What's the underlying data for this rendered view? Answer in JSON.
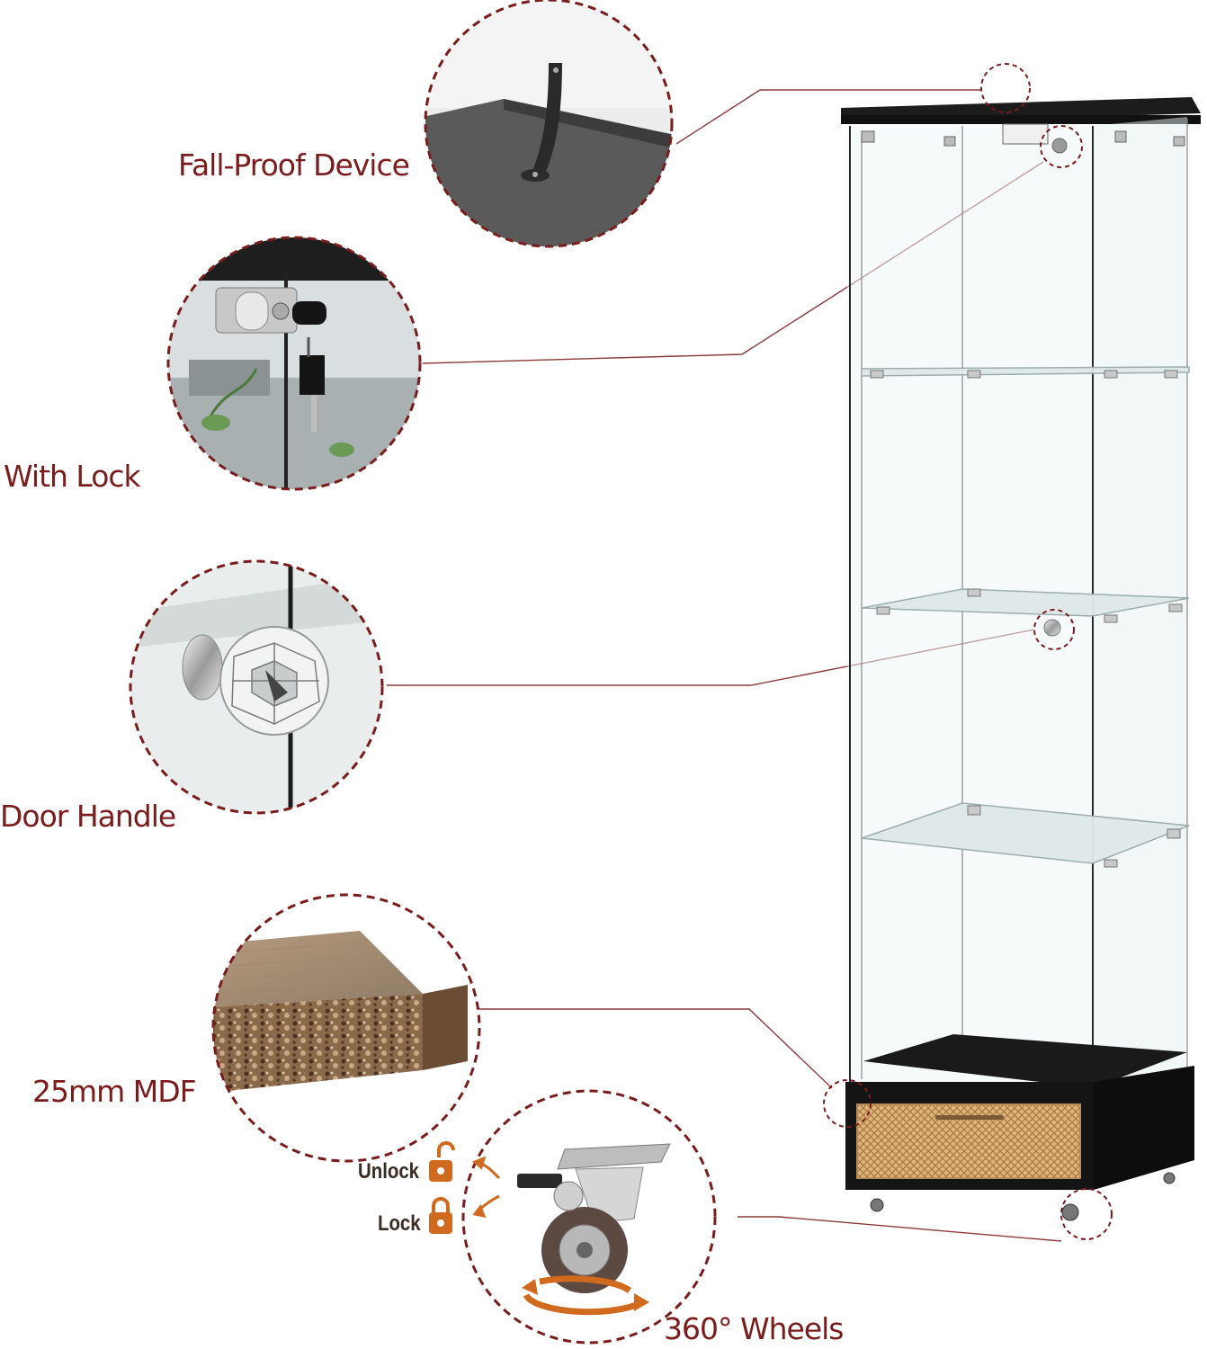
{
  "features": [
    {
      "label": "Fall-Proof Device",
      "icon": "fall-proof-strap-icon"
    },
    {
      "label": "With Lock",
      "icon": "cabinet-lock-icon"
    },
    {
      "label": "Door Handle",
      "icon": "crystal-knob-icon"
    },
    {
      "label": "25mm MDF",
      "icon": "mdf-board-icon"
    },
    {
      "label": "360° Wheels",
      "icon": "caster-wheel-icon"
    }
  ],
  "wheel_states": {
    "unlock": "Unlock",
    "lock": "Lock"
  },
  "colors": {
    "label": "#7a1c1c",
    "dashed_circle": "#7a1c1c",
    "leader_line": "#8a3a3a",
    "lock_icon": "#d06a1e",
    "cabinet_frame": "#1a1a1a",
    "rattan_drawer": "#d8b07a"
  }
}
